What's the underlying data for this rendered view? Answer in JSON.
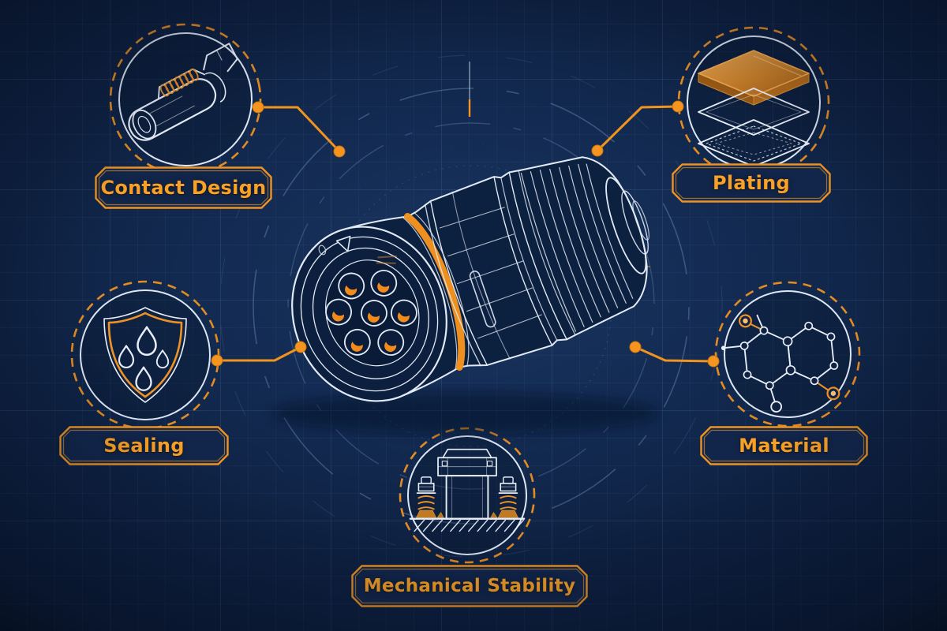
{
  "diagram": {
    "subject": "circular-connector-blueprint",
    "center_illustration": {
      "name": "circular-connector-wireframe",
      "pin_count": 7,
      "highlight": "orange o-ring seal and pin contacts"
    },
    "features": [
      {
        "id": "contact-design",
        "label": "Contact Design",
        "icon": "crimp-contact-icon"
      },
      {
        "id": "plating",
        "label": "Plating",
        "icon": "plating-layers-icon"
      },
      {
        "id": "sealing",
        "label": "Sealing",
        "icon": "shield-waterdrops-icon"
      },
      {
        "id": "material",
        "label": "Material",
        "icon": "molecule-icon"
      },
      {
        "id": "mechanical-stability",
        "label": "Mechanical Stability",
        "icon": "bolted-mount-icon"
      }
    ]
  },
  "colors": {
    "background_navy": "#0F2345",
    "accent_orange": "#F5941E",
    "label_text_orange": "#F8A126",
    "line_white": "#E8EEF8",
    "copper_plate": "#C87F28"
  }
}
